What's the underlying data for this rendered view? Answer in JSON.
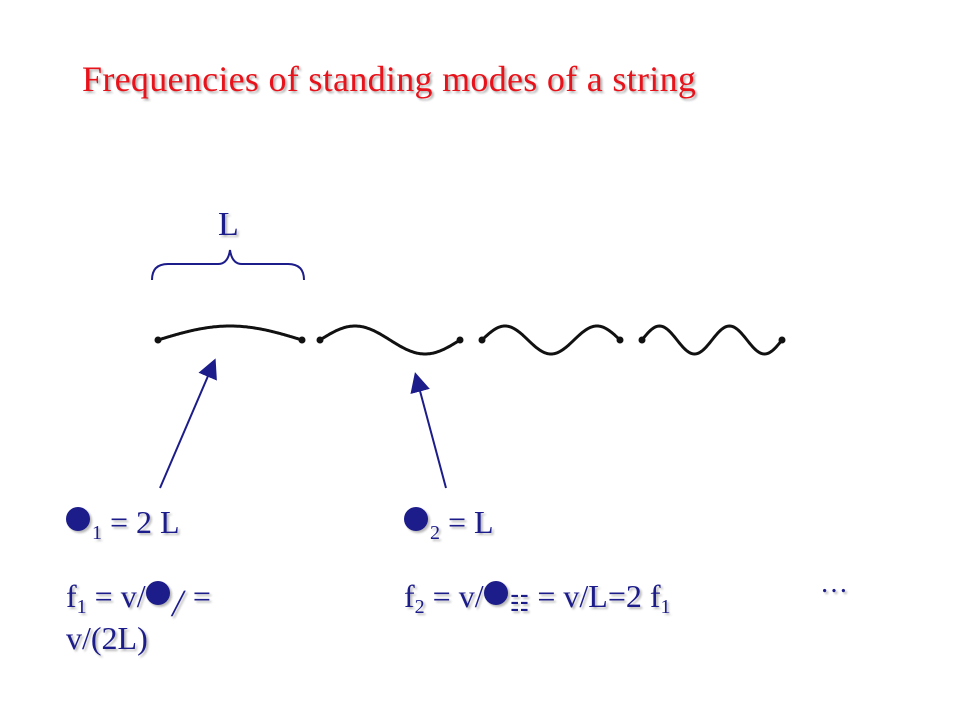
{
  "title": "Frequencies of standing modes of a string",
  "length_label": "L",
  "lambda1": {
    "subscript": "1",
    "rhs": "= 2 L"
  },
  "lambda2": {
    "subscript": "2",
    "rhs": "= L"
  },
  "f1": {
    "prefix": "f",
    "subscript": "1",
    "mid": "= v/",
    "glyph": "╱",
    "rhs": "=",
    "line2": "v/(2L)"
  },
  "f2": {
    "prefix": "f",
    "subscript": "2",
    "mid": "= v/",
    "glyph": "☷",
    "rhs": "= v/L=2 f",
    "rhs_sub": "1"
  },
  "ellipsis": "…",
  "colors": {
    "title": "#e8121a",
    "text": "#1c1c8a",
    "string": "#111111"
  }
}
